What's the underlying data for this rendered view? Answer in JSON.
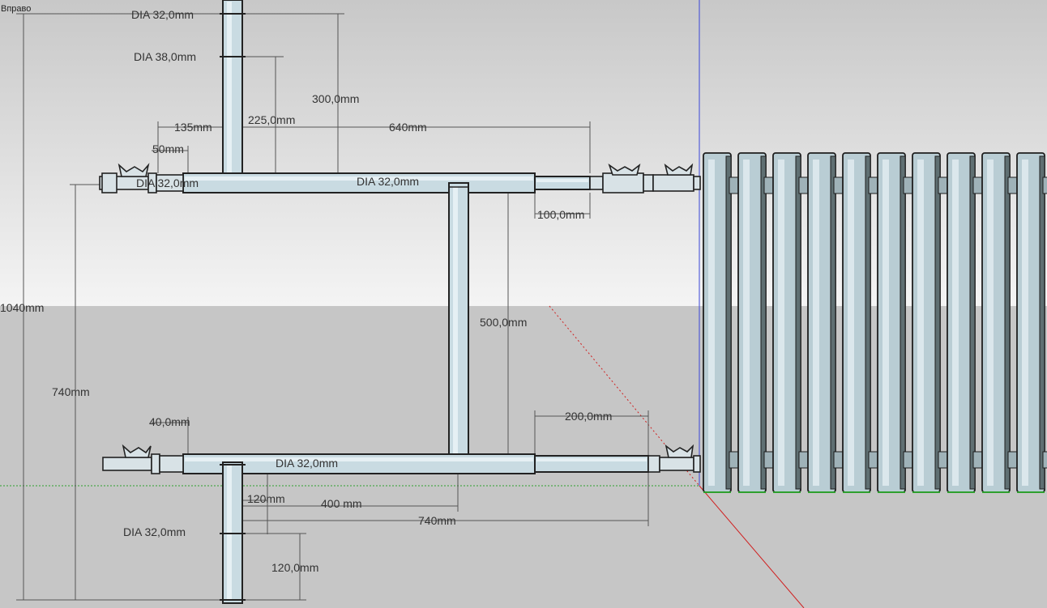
{
  "view": {
    "label": "Вправо"
  },
  "colors": {
    "sky": "#dcdcdc",
    "ground": "#c8c8c8",
    "pipe": "#c9dbe2",
    "radiator": "#b9cdd4",
    "axis_blue": "#3a46d8",
    "axis_red": "#d02020",
    "axis_green": "#2ea02e"
  },
  "dimensions": {
    "dia_top_riser_a": "DIA 32,0mm",
    "dia_top_riser_b": "DIA 38,0mm",
    "dia_top_branch": "DIA 32,0mm",
    "dia_top_left": "DIA 32,0mm",
    "dia_bottom_branch": "DIA 32,0mm",
    "dia_bottom_riser": "DIA 32,0mm",
    "total_height": "1040mm",
    "center_distance": "740mm",
    "bypass_length": "500,0mm",
    "riser_top_300": "300,0mm",
    "riser_top_225": "225,0mm",
    "offset_135": "135mm",
    "offset_50": "50mm",
    "length_640": "640mm",
    "length_100": "100,0mm",
    "offset_40": "40,0mm",
    "length_200": "200,0mm",
    "offset_120": "120mm",
    "length_400": "400 mm",
    "length_740": "740mm",
    "riser_bottom_120": "120,0mm"
  },
  "radiator": {
    "sections": 10
  }
}
